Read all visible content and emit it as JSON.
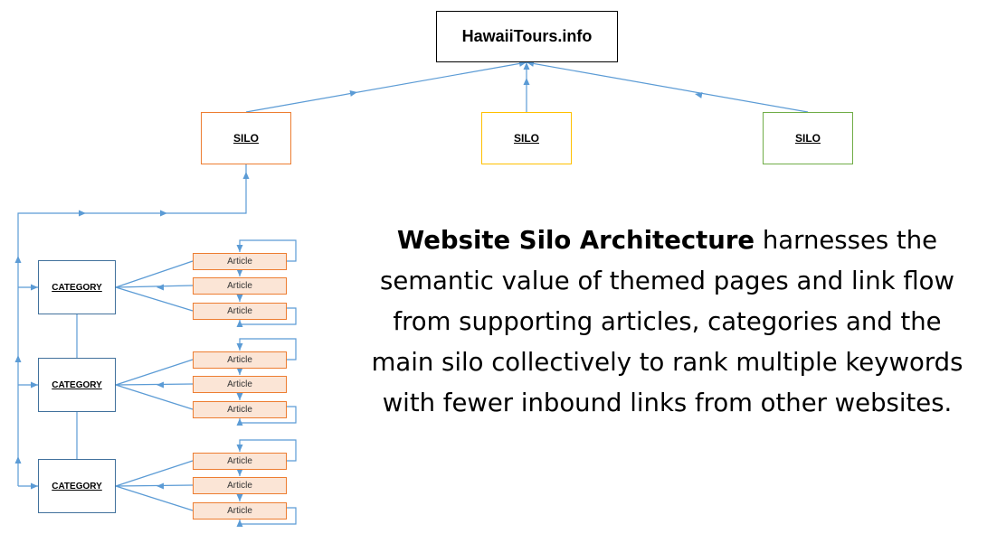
{
  "root": {
    "label": "HawaiiTours.info"
  },
  "silos": [
    {
      "label": "SILO",
      "border_color": "#ed7d31"
    },
    {
      "label": "SILO",
      "border_color": "#ffc000"
    },
    {
      "label": "SILO",
      "border_color": "#70ad47"
    }
  ],
  "categories": [
    {
      "label": "CATEGORY",
      "articles": [
        "Article",
        "Article",
        "Article"
      ]
    },
    {
      "label": "CATEGORY",
      "articles": [
        "Article",
        "Article",
        "Article"
      ]
    },
    {
      "label": "CATEGORY",
      "articles": [
        "Article",
        "Article",
        "Article"
      ]
    }
  ],
  "caption": {
    "bold": "Website Silo Architecture",
    "rest": " harnesses the semantic value of themed pages and link flow from supporting articles, categories and the main silo collectively to rank multiple keywords with fewer inbound links from other websites."
  },
  "colors": {
    "connector": "#5b9bd5",
    "article_fill": "#fbe5d6",
    "article_border": "#ed7d31",
    "category_border": "#41719c"
  }
}
